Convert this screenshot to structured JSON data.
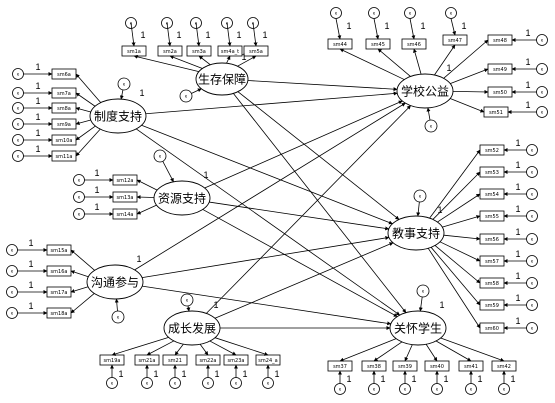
{
  "latents": {
    "survival": {
      "label": "生存保障",
      "error": "e"
    },
    "system": {
      "label": "制度支持",
      "error": "e"
    },
    "resource": {
      "label": "资源支持",
      "error": "e"
    },
    "communic": {
      "label": "沟通参与",
      "error": "e"
    },
    "growth": {
      "label": "成长发展",
      "error": "e"
    },
    "school": {
      "label": "学校公益",
      "error": "e"
    },
    "teaching": {
      "label": "教事支持",
      "error": "e"
    },
    "care": {
      "label": "关怀学生",
      "error": "e"
    }
  },
  "indicators": {
    "survival": [
      "sm1a",
      "sm2a",
      "sm3a",
      "sm4a_t",
      "sm5a"
    ],
    "system": [
      "sm6a",
      "sm7a",
      "sm8a",
      "sm9a",
      "sm10a",
      "sm11a"
    ],
    "resource": [
      "sm12a",
      "sm13a",
      "sm14a"
    ],
    "communic": [
      "sm15a",
      "sm16a",
      "sm17a",
      "sm18a"
    ],
    "growth": [
      "sm19a",
      "sm21a",
      "sm21",
      "sm22a",
      "sm23a",
      "sm24_a"
    ],
    "school": [
      "sm44",
      "sm45",
      "sm46",
      "sm47",
      "sm48",
      "sm49",
      "sm50",
      "sm51"
    ],
    "teaching": [
      "sm52",
      "sm53",
      "sm54",
      "sm55",
      "sm56",
      "sm57",
      "sm58",
      "sm59",
      "sm60"
    ],
    "care": [
      "sm37",
      "sm38",
      "sm39",
      "sm40",
      "sm41",
      "sm42"
    ]
  },
  "path_label": "1"
}
